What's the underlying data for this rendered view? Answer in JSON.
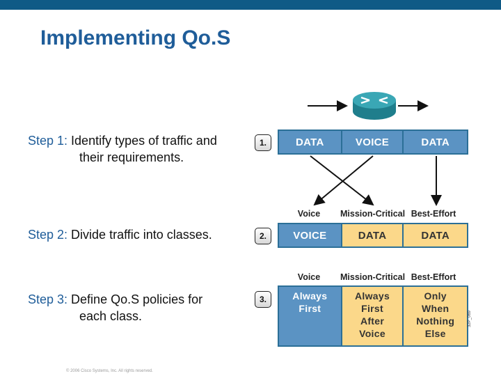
{
  "title": "Implementing Qo.S",
  "steps": [
    {
      "prefix": "Step 1:",
      "text": " Identify types of traffic and",
      "continuation": "their requirements.",
      "badge": "1."
    },
    {
      "prefix": "Step 2:",
      "text": " Divide traffic into classes.",
      "continuation": "",
      "badge": "2."
    },
    {
      "prefix": "Step 3:",
      "text": " Define Qo.S policies for",
      "continuation": "each class.",
      "badge": "3."
    }
  ],
  "row1": [
    "DATA",
    "VOICE",
    "DATA"
  ],
  "class_labels": [
    "Voice",
    "Mission-Critical",
    "Best-Effort"
  ],
  "row2": [
    "VOICE",
    "DATA",
    "DATA"
  ],
  "policy_labels": [
    "Voice",
    "Mission-Critical",
    "Best-Effort"
  ],
  "row3": [
    [
      "Always",
      "First"
    ],
    [
      "Always",
      "First",
      "After",
      "Voice"
    ],
    [
      "Only",
      "When",
      "Nothing",
      "Else"
    ]
  ],
  "figure_id": "32P_069",
  "copyright": "© 2006 Cisco Systems, Inc. All rights reserved.",
  "colors": {
    "topbar": "#0f5a86",
    "title": "#1f5d99",
    "cell_blue": "#5b93c3",
    "cell_yellow": "#fbd88a",
    "border": "#2b6f97",
    "router": "#2f9aa8"
  },
  "icons": [
    "router-icon"
  ]
}
